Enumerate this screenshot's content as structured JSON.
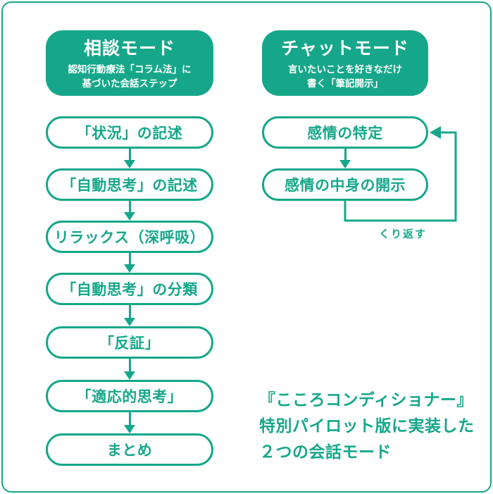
{
  "page": {
    "accent_color": "#16a78a",
    "background_color": "#ffffff"
  },
  "consultation": {
    "title": "相談モード",
    "subtitle": "認知行動療法「コラム法」に\n基づいた会話ステップ",
    "steps": [
      "「状況」の記述",
      "「自動思考」の記述",
      "リラックス（深呼吸）",
      "「自動思考」の分類",
      "「反証」",
      "「適応的思考」",
      "まとめ"
    ]
  },
  "chat": {
    "title": "チャットモード",
    "subtitle": "言いたいことを好きなだけ\n書く「筆記開示」",
    "steps": [
      "感情の特定",
      "感情の中身の開示"
    ],
    "loop_label": "くり返す"
  },
  "caption": "『こころコンディショナー』\n特別パイロット版に実装した\n２つの会話モード"
}
